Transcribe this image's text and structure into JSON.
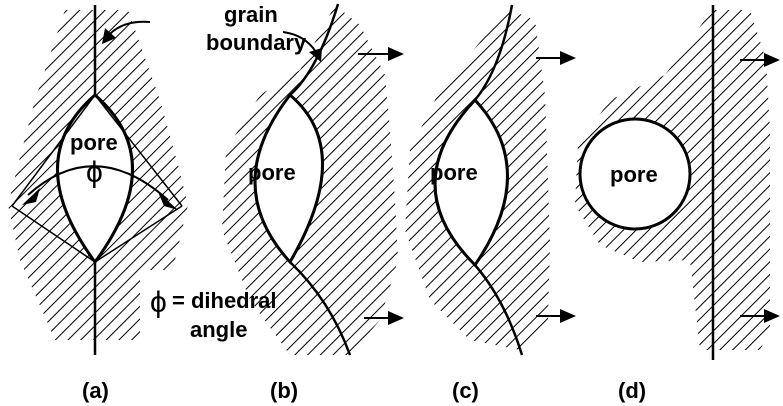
{
  "annotations": {
    "grain_boundary_line1": "grain",
    "grain_boundary_line2": "boundary",
    "phi_symbol": "ϕ",
    "dihedral_line1": "= dihedral",
    "dihedral_line2": "angle"
  },
  "panels": [
    {
      "label": "(a)",
      "pore": "pore"
    },
    {
      "label": "(b)",
      "pore": "pore"
    },
    {
      "label": "(c)",
      "pore": "pore"
    },
    {
      "label": "(d)",
      "pore": "pore"
    }
  ],
  "colors": {
    "ink": "#000000",
    "background": "#ffffff"
  }
}
